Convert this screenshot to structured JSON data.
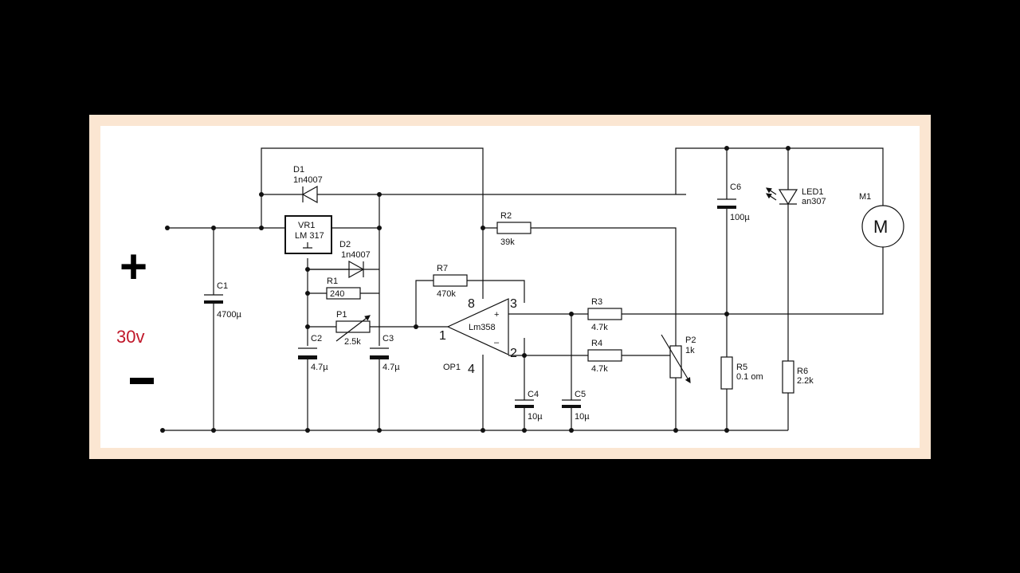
{
  "supply": {
    "plus": "+",
    "minus": "-",
    "voltage": "30v",
    "voltage_color": "#c0182a"
  },
  "components": {
    "c1": {
      "ref": "C1",
      "value": "4700µ"
    },
    "d1": {
      "ref": "D1",
      "value": "1n4007"
    },
    "vr1": {
      "ref": "VR1",
      "value": "LM 317"
    },
    "d2": {
      "ref": "D2",
      "value": "1n4007"
    },
    "r1": {
      "ref": "R1",
      "value": "240"
    },
    "p1": {
      "ref": "P1",
      "value": "2.5k"
    },
    "c2": {
      "ref": "C2",
      "value": "4.7µ"
    },
    "c3": {
      "ref": "C3",
      "value": "4.7µ"
    },
    "r7": {
      "ref": "R7",
      "value": "470k"
    },
    "r2": {
      "ref": "R2",
      "value": "39k"
    },
    "op1": {
      "ref": "OP1",
      "value": "Lm358",
      "plus_sign": "+",
      "minus_sign": "–",
      "pins": {
        "p1": "1",
        "p2": "2",
        "p3": "3",
        "p4": "4",
        "p8": "8"
      }
    },
    "c4": {
      "ref": "C4",
      "value": "10µ"
    },
    "c5": {
      "ref": "C5",
      "value": "10µ"
    },
    "r3": {
      "ref": "R3",
      "value": "4.7k"
    },
    "r4": {
      "ref": "R4",
      "value": "4.7k"
    },
    "p2": {
      "ref": "P2",
      "value": "1k"
    },
    "c6": {
      "ref": "C6",
      "value": "100µ"
    },
    "led1": {
      "ref": "LED1",
      "value": "an307"
    },
    "m1": {
      "ref": "M1",
      "symbol": "M"
    },
    "r5": {
      "ref": "R5",
      "value": "0.1 om"
    },
    "r6": {
      "ref": "R6",
      "value": "2.2k"
    }
  }
}
